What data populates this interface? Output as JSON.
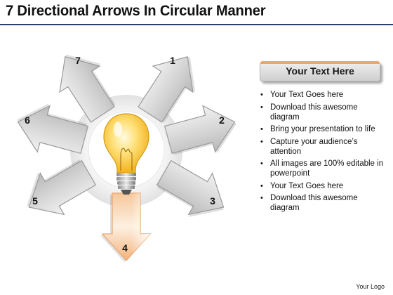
{
  "title": "7 Directional Arrows In Circular Manner",
  "arrows": [
    {
      "label": "1"
    },
    {
      "label": "2"
    },
    {
      "label": "3"
    },
    {
      "label": "4"
    },
    {
      "label": "5"
    },
    {
      "label": "6"
    },
    {
      "label": "7"
    }
  ],
  "center_icon": "light-bulb-icon",
  "text_box": {
    "header": "Your Text Here",
    "bullets": [
      "Your Text Goes here",
      "Download this awesome diagram",
      "Bring your presentation to life",
      "Capture your audience’s attention",
      "All images are 100% editable in powerpoint",
      "Your Text Goes here",
      "Download this awesome diagram"
    ]
  },
  "footer": {
    "logo": "Your Logo"
  },
  "colors": {
    "arrow_gray": "#c8c8c8",
    "arrow_highlight": "#f5b880",
    "bulb_yellow": "#f7d24a",
    "title_rule": "#2c3e6b"
  }
}
